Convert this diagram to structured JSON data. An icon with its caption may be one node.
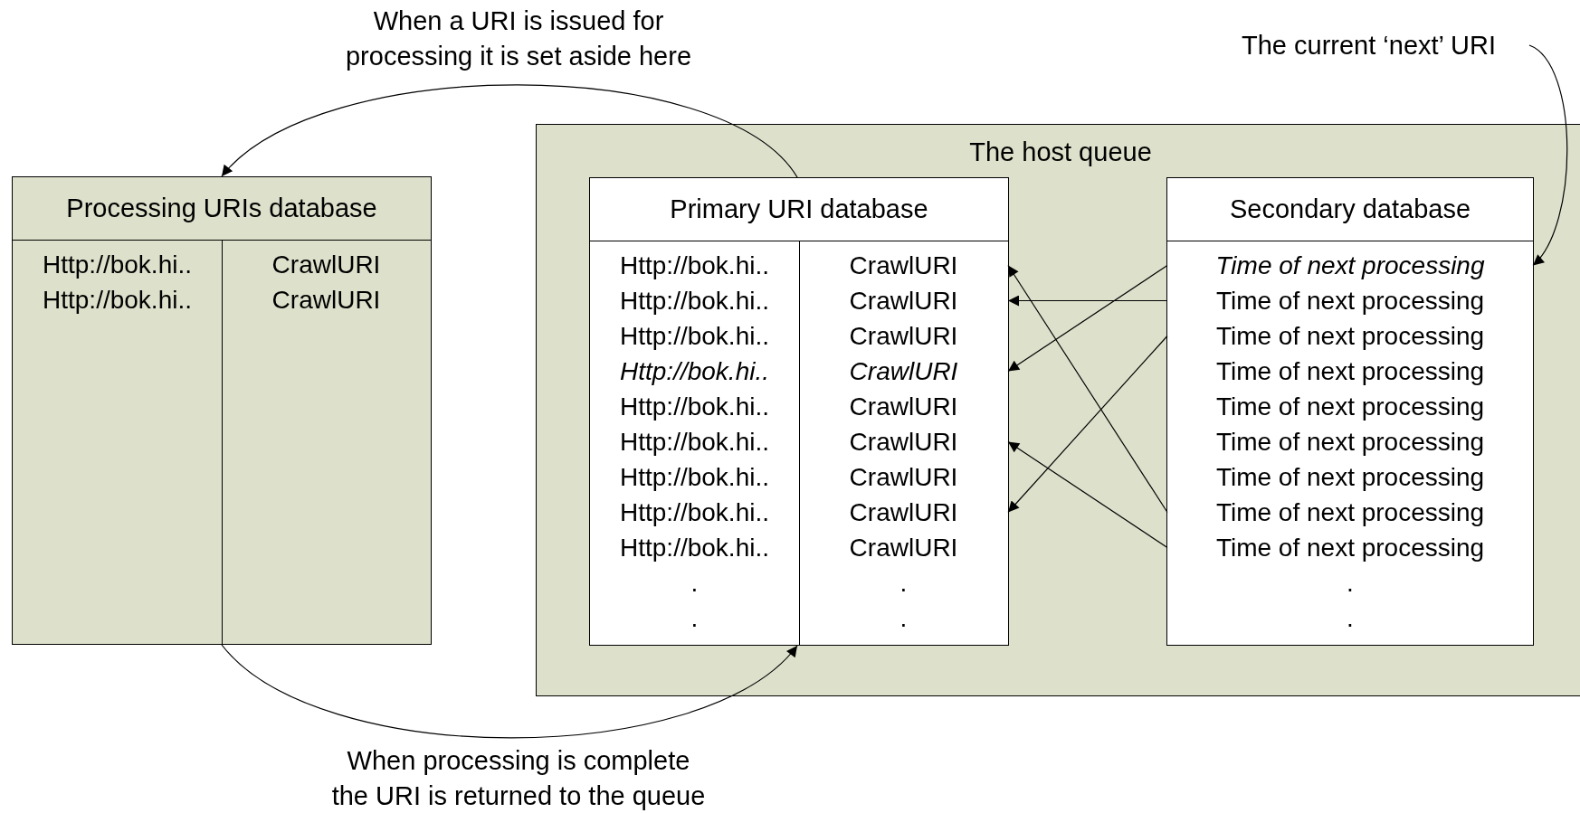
{
  "diagram": {
    "nodes": [
      {
        "text": [
          "Processing URIs database"
        ]
      },
      {
        "text": [
          "Http://bok.hi..",
          "CrawlURI"
        ],
        "in": 0
      },
      {
        "text": [
          "Http://bok.hi..",
          "CrawlURI"
        ],
        "in": 0
      },
      {
        "text": [
          "The host queue"
        ]
      },
      {
        "text": [
          "Primary URI database"
        ],
        "in": 3
      },
      {
        "text": [
          "Http://bok.hi..",
          "CrawlURI"
        ],
        "in": 4
      },
      {
        "text": [
          "Http://bok.hi..",
          "CrawlURI"
        ],
        "in": 4
      },
      {
        "text": [
          "Http://bok.hi..",
          "CrawlURI"
        ],
        "in": 4
      },
      {
        "text": [
          "Http://bok.hi..",
          "CrawlURI"
        ],
        "in": 4
      },
      {
        "text": [
          "Http://bok.hi..",
          "CrawlURI"
        ],
        "in": 4
      },
      {
        "text": [
          "Http://bok.hi..",
          "CrawlURI"
        ],
        "in": 4
      },
      {
        "text": [
          "Http://bok.hi..",
          "CrawlURI"
        ],
        "in": 4
      },
      {
        "text": [
          "Http://bok.hi..",
          "CrawlURI"
        ],
        "in": 4
      },
      {
        "text": [
          "Http://bok.hi..",
          "CrawlURI"
        ],
        "in": 4
      },
      {
        "text": [
          ".",
          "."
        ],
        "in": 4
      },
      {
        "text": [
          ".",
          "."
        ],
        "in": 4
      },
      {
        "text": [
          "Secondary database"
        ],
        "in": 3
      },
      {
        "text": [
          "Time of next processing"
        ],
        "in": 16
      },
      {
        "text": [
          "Time of next processing"
        ],
        "in": 16
      },
      {
        "text": [
          "Time of next processing"
        ],
        "in": 16
      },
      {
        "text": [
          "Time of next processing"
        ],
        "in": 16
      },
      {
        "text": [
          "Time of next processing"
        ],
        "in": 16
      },
      {
        "text": [
          "Time of next processing"
        ],
        "in": 16
      },
      {
        "text": [
          "Time of next processing"
        ],
        "in": 16
      },
      {
        "text": [
          "Time of next processing"
        ],
        "in": 16
      },
      {
        "text": [
          "Time of next processing"
        ],
        "in": 16
      },
      {
        "text": [
          "."
        ],
        "in": 16
      },
      {
        "text": [
          "."
        ],
        "in": 16
      },
      {
        "text": [
          "The current ‘next’ URI"
        ]
      }
    ],
    "edges": [
      {
        "from": 4,
        "to": 0,
        "arrow": "to",
        "label": "When a URI is issued for processing it is set aside here"
      },
      {
        "from": 0,
        "to": 4,
        "arrow": "to",
        "label": "When processing is complete the URI is returned to the queue"
      },
      {
        "from": 28,
        "to": 17,
        "arrow": "to"
      },
      {
        "from": 17,
        "to": 8,
        "arrow": "to"
      },
      {
        "from": 18,
        "to": 6,
        "arrow": "to"
      },
      {
        "from": 19,
        "to": 12,
        "arrow": "to"
      },
      {
        "from": 24,
        "to": 5,
        "arrow": "to"
      },
      {
        "from": 25,
        "to": 10,
        "arrow": "to"
      }
    ]
  }
}
